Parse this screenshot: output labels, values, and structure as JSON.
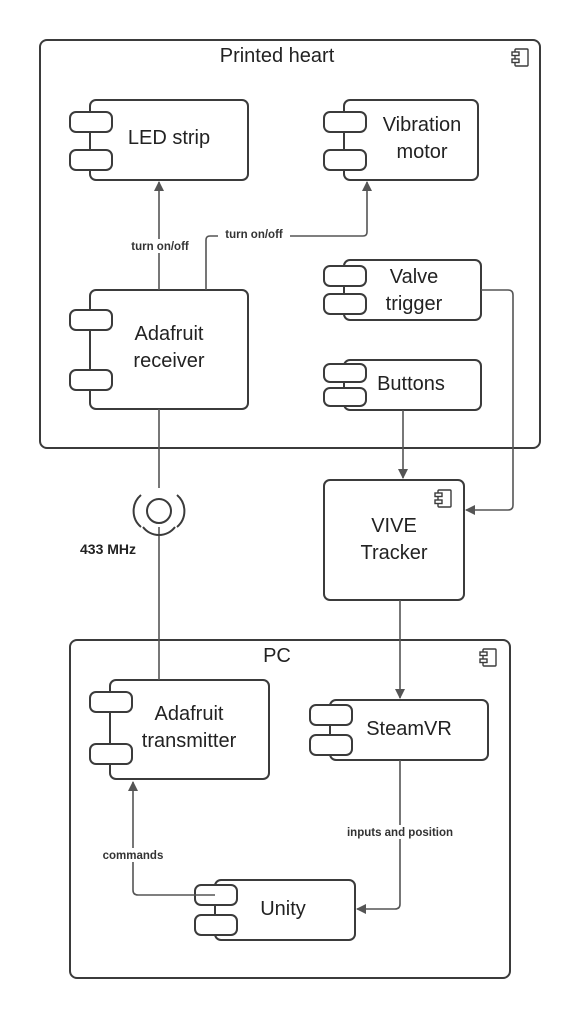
{
  "frames": {
    "printed_heart": "Printed heart",
    "pc": "PC"
  },
  "components": {
    "led_strip": [
      "LED strip"
    ],
    "vibration_motor": [
      "Vibration",
      "motor"
    ],
    "valve_trigger": [
      "Valve",
      "trigger"
    ],
    "buttons": [
      "Buttons"
    ],
    "adafruit_receiver": [
      "Adafruit",
      "receiver"
    ],
    "vive_tracker": [
      "VIVE",
      "Tracker"
    ],
    "adafruit_transmitter": [
      "Adafruit",
      "transmitter"
    ],
    "steamvr": [
      "SteamVR"
    ],
    "unity": [
      "Unity"
    ]
  },
  "connections": {
    "receiver_to_led": "turn on/off",
    "receiver_to_vibration": "turn on/off",
    "radio_interface": "433 MHz",
    "unity_to_transmitter": "commands",
    "steamvr_to_unity": "inputs and position"
  },
  "icons": {
    "component": "uml-component-icon",
    "interface": "ball-and-socket-interface-icon"
  }
}
